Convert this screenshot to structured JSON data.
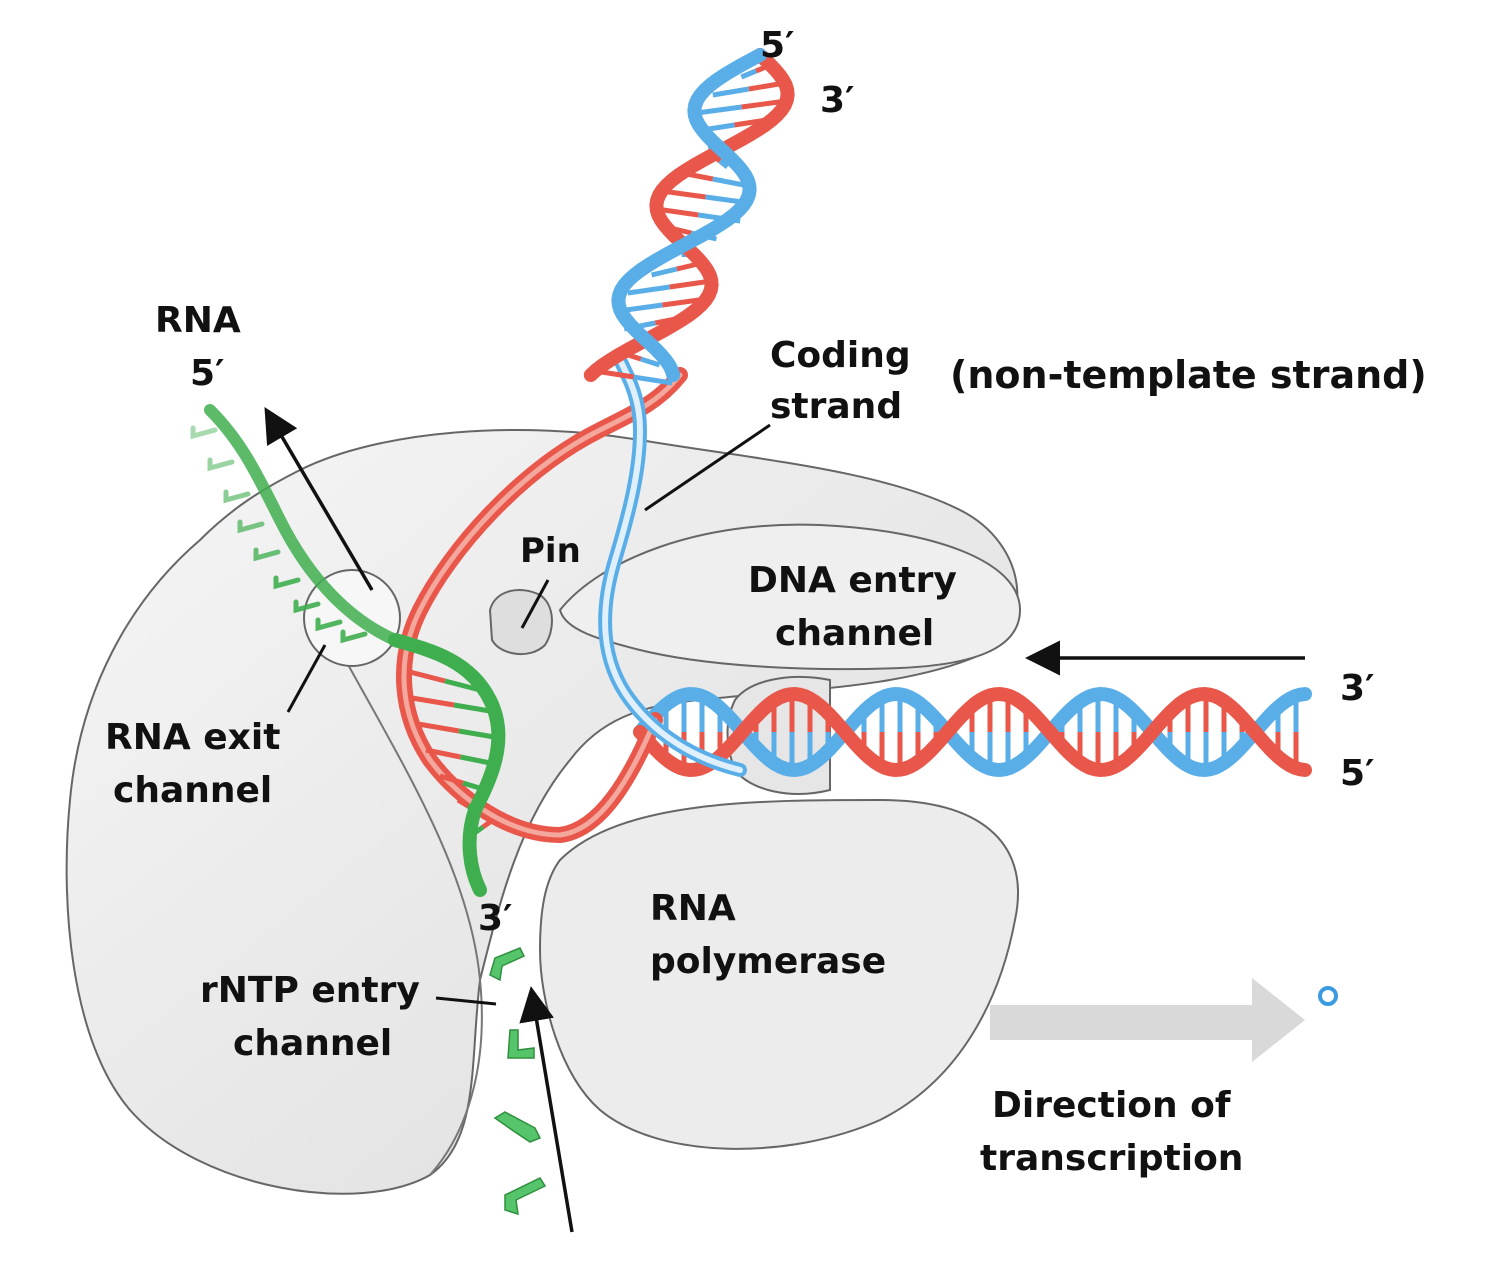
{
  "diagram": {
    "rna_label": "RNA",
    "rna_five_prime": "5′",
    "dna_top_five_prime": "5′",
    "dna_top_three_prime": "3′",
    "coding_strand_line1": "Coding",
    "coding_strand_line2": "strand",
    "non_template_note": "(non-template strand)",
    "pin_label": "Pin",
    "dna_entry_line1": "DNA entry",
    "dna_entry_line2": "channel",
    "dna_right_three_prime": "3′",
    "dna_right_five_prime": "5′",
    "rna_exit_line1": "RNA exit",
    "rna_exit_line2": "channel",
    "rna_three_prime": "3′",
    "polymerase_line1": "RNA",
    "polymerase_line2": "polymerase",
    "rntp_line1": "rNTP entry",
    "rntp_line2": "channel",
    "direction_line1": "Direction of",
    "direction_line2": "transcription"
  },
  "colors": {
    "template_strand": "#e8574a",
    "coding_strand": "#5aaee8",
    "rna": "#3fae4f",
    "enzyme_fill": "#ececec",
    "enzyme_stroke": "#555555",
    "direction_arrow": "#d9d9d9"
  }
}
